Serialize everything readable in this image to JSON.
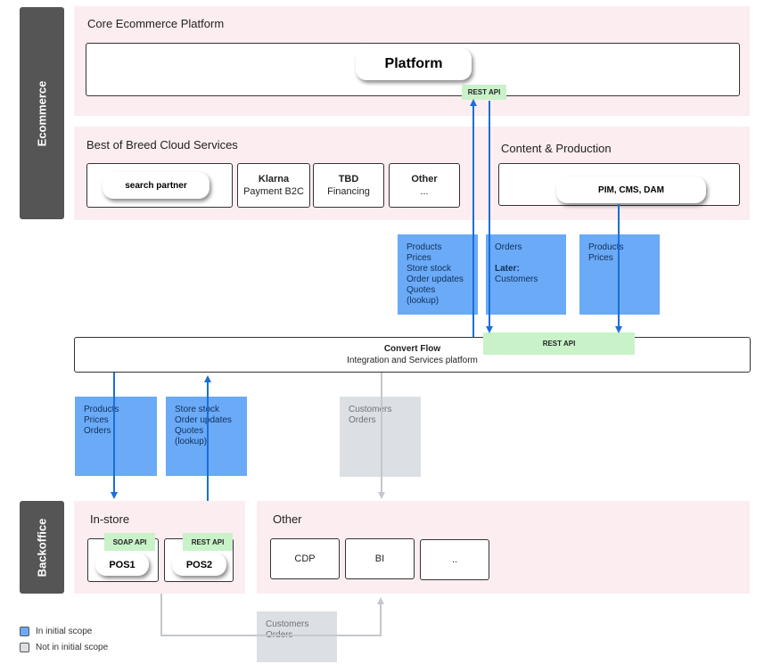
{
  "sidebars": {
    "ecommerce": "Ecommerce",
    "backoffice": "Backoffice"
  },
  "core": {
    "label": "Core Ecommerce Platform",
    "platform": "Platform",
    "rest_api": "REST API"
  },
  "best_of_breed": {
    "label": "Best of Breed Cloud Services",
    "search_partner": "search partner",
    "klarna": {
      "title": "Klarna",
      "sub": "Payment B2C"
    },
    "tbd": {
      "title": "TBD",
      "sub": "Financing"
    },
    "other": {
      "title": "Other",
      "sub": "..."
    }
  },
  "content": {
    "label": "Content & Production",
    "pim": "PIM, CMS, DAM"
  },
  "upper_flows": {
    "to_platform": [
      "Products",
      "Prices",
      "Store stock",
      "Order updates",
      "Quotes (lookup)"
    ],
    "orders": {
      "line1": "Orders",
      "later": "Later:",
      "line2": "Customers"
    },
    "from_pim": [
      "Products",
      "Prices"
    ]
  },
  "convert_flow": {
    "title": "Convert Flow",
    "subtitle": "Integration and Services platform",
    "rest_api": "REST API"
  },
  "lower_flows": {
    "to_instore": [
      "Products",
      "Prices",
      "Orders"
    ],
    "from_instore": [
      "Store stock",
      "Order updates",
      "Quotes (lookup)"
    ],
    "to_other": [
      "Customers",
      "Orders"
    ],
    "instore_to_other": [
      "Customers",
      "Orders"
    ]
  },
  "instore": {
    "label": "In-store",
    "pos1": "POS1",
    "pos1_api": "SOAP API",
    "pos2": "POS2",
    "pos2_api": "REST API"
  },
  "other": {
    "label": "Other",
    "cdp": "CDP",
    "bi": "BI",
    "more": ".."
  },
  "legend": {
    "in_scope": "In initial scope",
    "not_in_scope": "Not in initial scope"
  },
  "colors": {
    "in_scope": "#6aaaf7",
    "not_in_scope": "#dcdfe3",
    "arrow_blue": "#1a6fd8",
    "arrow_grey": "#c4c7cb",
    "zone": "#fcedf0",
    "api": "#c9f2c9"
  }
}
